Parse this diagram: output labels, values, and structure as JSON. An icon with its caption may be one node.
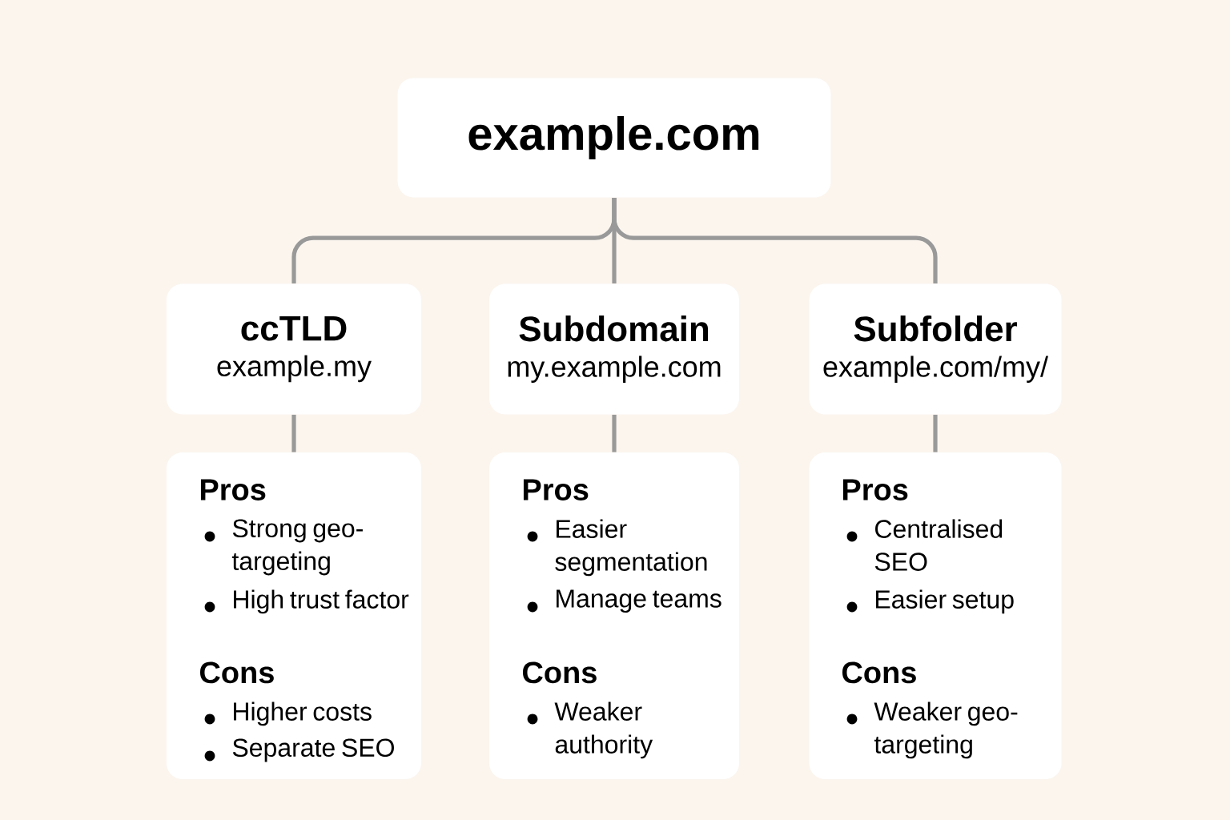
{
  "diagram": {
    "nodes": [
      {
        "text": [
          "example.com"
        ]
      },
      {
        "text": [
          "ccTLD",
          "example.my"
        ]
      },
      {
        "text": [
          "Subdomain",
          "my.example.com"
        ]
      },
      {
        "text": [
          "Subfolder",
          "example.com/my/"
        ]
      },
      {
        "text": [
          "Pros",
          "Strong geo-targeting",
          "High trust factor",
          "Cons",
          "Higher costs",
          "Separate SEO"
        ]
      },
      {
        "text": [
          "Pros",
          "Easier segmentation",
          "Manage teams",
          "Cons",
          "Weaker authority"
        ]
      },
      {
        "text": [
          "Pros",
          "Centralised SEO",
          "Easier setup",
          "Cons",
          "Weaker geo-targeting"
        ]
      }
    ],
    "edges": [
      {
        "from": 0,
        "to": 1,
        "arrow": "none"
      },
      {
        "from": 0,
        "to": 2,
        "arrow": "none"
      },
      {
        "from": 0,
        "to": 3,
        "arrow": "none"
      },
      {
        "from": 1,
        "to": 4,
        "arrow": "none"
      },
      {
        "from": 2,
        "to": 5,
        "arrow": "none"
      },
      {
        "from": 3,
        "to": 6,
        "arrow": "none"
      }
    ]
  }
}
